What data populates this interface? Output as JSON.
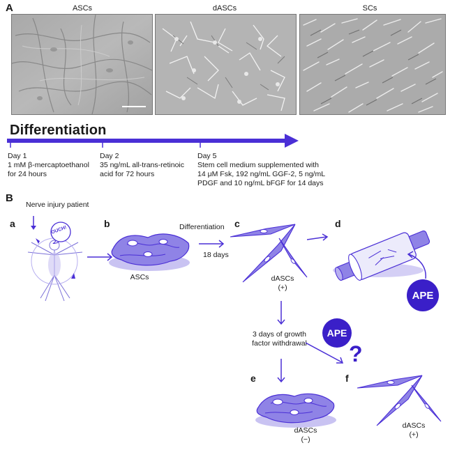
{
  "panel_a": {
    "letter": "A",
    "images": [
      {
        "label": "ASCs"
      },
      {
        "label": "dASCs"
      },
      {
        "label": "SCs"
      }
    ],
    "timeline_title": "Differentiation",
    "days": [
      {
        "day": "Day 1",
        "line1": "1 mM β-mercaptoethanol",
        "line2": "for 24 hours",
        "line3": "",
        "line4": ""
      },
      {
        "day": "Day 2",
        "line1": "35 ng/mL all-trans-retinoic",
        "line2": "acid for 72 hours",
        "line3": "",
        "line4": ""
      },
      {
        "day": "Day 5",
        "line1": "Stem cell medium supplemented with",
        "line2": "14 μM Fsk, 192 ng/mL GGF-2, 5 ng/mL",
        "line3": "PDGF and 10 ng/mL bFGF for 14 days",
        "line4": ""
      }
    ]
  },
  "panel_b": {
    "letter": "B",
    "patient_label": "Nerve injury patient",
    "ouch_text": "OUCH!",
    "steps": {
      "a": "a",
      "b": "b",
      "c": "c",
      "d": "d",
      "e": "e",
      "f": "f"
    },
    "ascs_label": "ASCs",
    "differentiation_label": "Differentiation",
    "days_label": "18 days",
    "dascs_plus_c": {
      "name": "dASCs",
      "sign": "(+)"
    },
    "withdrawal": {
      "line1": "3 days of growth",
      "line2": "factor withdrawal"
    },
    "dascs_minus": {
      "name": "dASCs",
      "sign": "(−)"
    },
    "dascs_plus_f": {
      "name": "dASCs",
      "sign": "(+)"
    },
    "ape_label": "APE",
    "question_mark": "?"
  },
  "colors": {
    "accent": "#4a2fd6",
    "cell_fill": "#8f83e6",
    "cell_shadow": "#c9c3f2",
    "ape_fill": "#3a1fc8"
  }
}
